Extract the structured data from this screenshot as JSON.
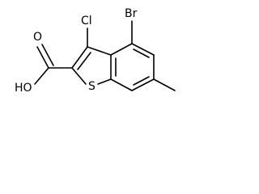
{
  "molecule": {
    "labels": {
      "bromine": "Br",
      "chlorine": "Cl",
      "sulfur": "S",
      "hydroxyl": "HO",
      "carbonyl_oxygen": "O"
    }
  }
}
